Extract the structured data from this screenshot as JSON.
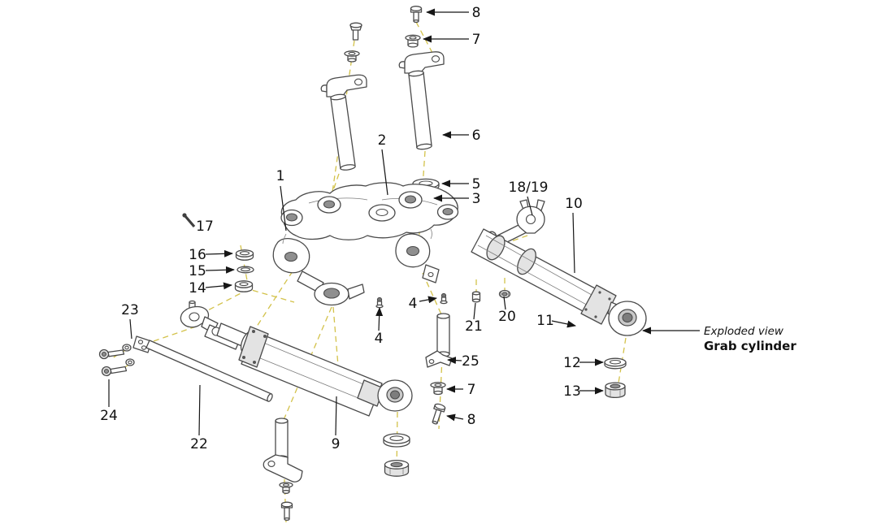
{
  "labels": {
    "view_type": "Exploded view",
    "assembly_name": "Grab cylinder"
  },
  "callouts": [
    {
      "part": "8"
    },
    {
      "part": "7"
    },
    {
      "part": "6"
    },
    {
      "part": "2"
    },
    {
      "part": "5"
    },
    {
      "part": "3"
    },
    {
      "part": "1"
    },
    {
      "part": "18/19"
    },
    {
      "part": "10"
    },
    {
      "part": "17"
    },
    {
      "part": "16"
    },
    {
      "part": "15"
    },
    {
      "part": "14"
    },
    {
      "part": "4"
    },
    {
      "part": "21"
    },
    {
      "part": "20"
    },
    {
      "part": "11"
    },
    {
      "part": "23"
    },
    {
      "part": "4"
    },
    {
      "part": "25"
    },
    {
      "part": "12"
    },
    {
      "part": "7"
    },
    {
      "part": "13"
    },
    {
      "part": "8"
    },
    {
      "part": "24"
    },
    {
      "part": "22"
    },
    {
      "part": "9"
    }
  ]
}
